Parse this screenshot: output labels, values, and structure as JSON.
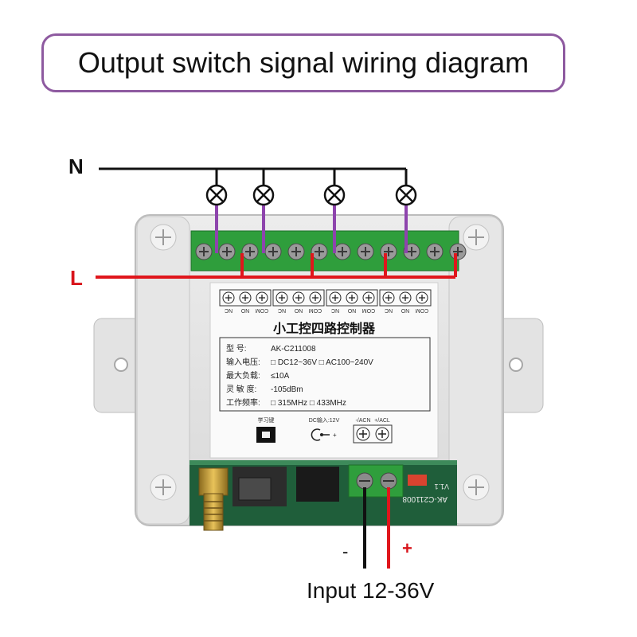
{
  "title": "Output switch signal wiring diagram",
  "wires": {
    "neutral_label": "N",
    "live_label": "L",
    "minus_label": "-",
    "plus_label": "+",
    "input_label": "Input 12-36V"
  },
  "terminals_top": {
    "group_labels": [
      "NC",
      "NO",
      "COM"
    ]
  },
  "label_panel": {
    "heading": "小工控四路控制器",
    "rows": [
      {
        "key": "型      号:",
        "value": "AK-C211008"
      },
      {
        "key": "输入电压:",
        "value": "□ DC12~36V    □ AC100~240V"
      },
      {
        "key": "最大负载:",
        "value": "≤10A"
      },
      {
        "key": "灵  敏  度:",
        "value": "-105dBm"
      },
      {
        "key": "工作频率:",
        "value": "□ 315MHz    □ 433MHz"
      }
    ],
    "learn_key_label": "学习键",
    "dc_input_label": "DC输入:12V",
    "acn_label": "-/ACN",
    "acl_label": "+/ACL"
  },
  "pcb": {
    "board_label": "AK-C211008",
    "version": "V1.1"
  },
  "colors": {
    "live": "#e0161c",
    "neutral": "#111111",
    "load_wire": "#8e44ad",
    "terminal_green": "#2f9e3c",
    "title_border": "#8e5aa0"
  }
}
